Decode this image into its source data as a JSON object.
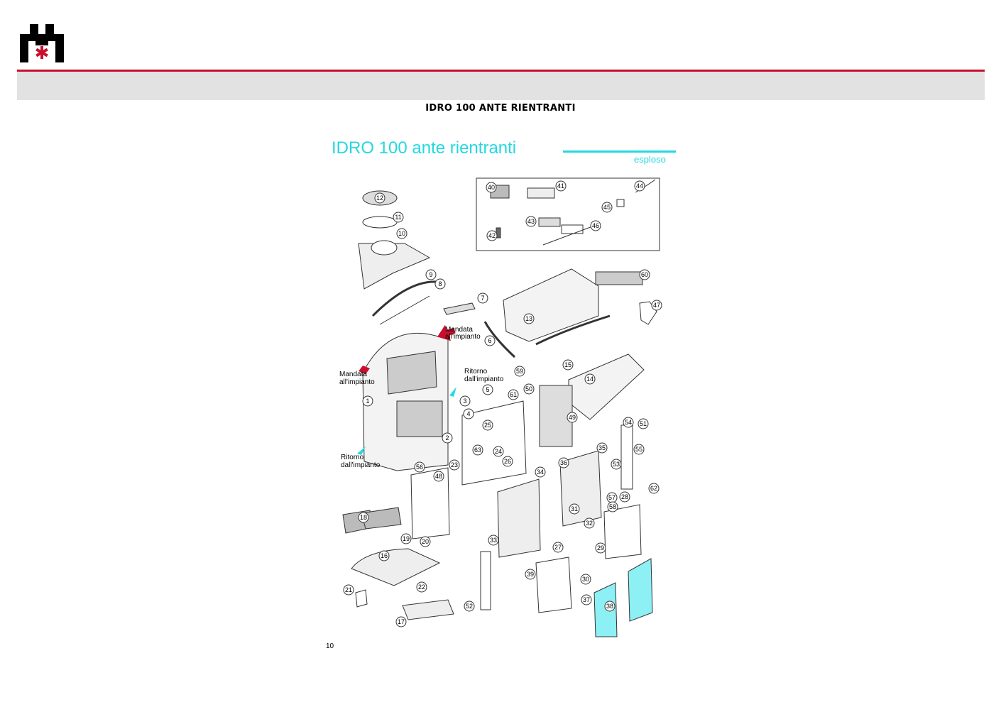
{
  "header": {
    "brand_color": "#c8102e",
    "logo_icon": "brand-logo-icon",
    "document_title": "IDRO 100 ANTE RIENTRANTI"
  },
  "sheet": {
    "title": "IDRO 100 ante rientranti",
    "subtitle": "esploso",
    "accent_color": "#24d8e0",
    "page_number": "10"
  },
  "diagram": {
    "callouts": {
      "mandata_top": [
        "Mandata",
        "all'impianto"
      ],
      "mandata_left": [
        "Mandata",
        "all'impianto"
      ],
      "ritorno_mid": [
        "Ritorno",
        "dall'impianto"
      ],
      "ritorno_bottom": [
        "Ritorno",
        "dall'impianto"
      ]
    },
    "parts": [
      "1",
      "2",
      "3",
      "4",
      "5",
      "6",
      "7",
      "8",
      "9",
      "10",
      "11",
      "12",
      "13",
      "14",
      "15",
      "16",
      "17",
      "18",
      "19",
      "20",
      "21",
      "22",
      "23",
      "24",
      "25",
      "26",
      "27",
      "28",
      "29",
      "30",
      "31",
      "32",
      "33",
      "34",
      "35",
      "36",
      "37",
      "38",
      "39",
      "40",
      "41",
      "42",
      "43",
      "44",
      "45",
      "46",
      "47",
      "48",
      "49",
      "50",
      "51",
      "52",
      "53",
      "54",
      "55",
      "56",
      "57",
      "58",
      "59",
      "60",
      "61",
      "62",
      "63"
    ]
  }
}
